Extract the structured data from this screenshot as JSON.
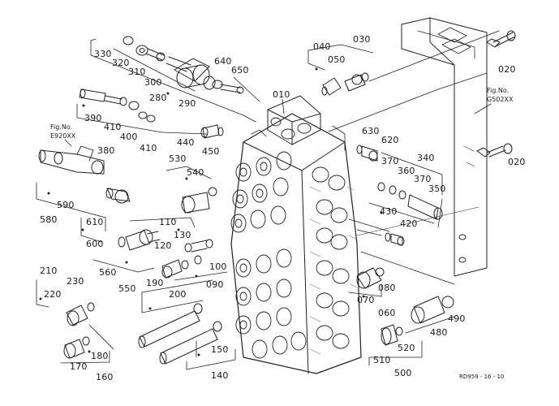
{
  "diagram": {
    "part_labels": [
      "010",
      "020",
      "020",
      "030",
      "040",
      "050",
      "060",
      "070",
      "080",
      "090",
      "100",
      "110",
      "120",
      "130",
      "140",
      "150",
      "160",
      "170",
      "180",
      "190",
      "200",
      "210",
      "220",
      "230",
      "280",
      "290",
      "300",
      "310",
      "320",
      "330",
      "340",
      "350",
      "360",
      "370",
      "370",
      "380",
      "390",
      "400",
      "410",
      "410",
      "420",
      "430",
      "440",
      "450",
      "480",
      "490",
      "500",
      "510",
      "520",
      "530",
      "540",
      "550",
      "560",
      "580",
      "590",
      "600",
      "610",
      "620",
      "630",
      "640",
      "650"
    ],
    "references": [
      {
        "line1": "Fig.No.",
        "line2": "E920XX"
      },
      {
        "line1": "Fig.No.",
        "line2": "G502XX"
      }
    ],
    "drawing_code": "RD959 - 16 - 10"
  }
}
